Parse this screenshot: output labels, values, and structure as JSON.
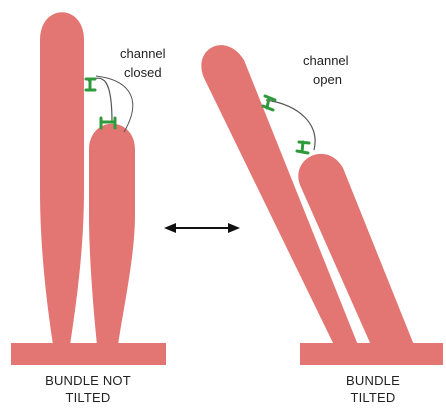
{
  "colors": {
    "stereocilium": "#e37572",
    "base": "#e37572",
    "tip_link": "#555555",
    "channel": "#2e9a3c",
    "arrow": "#111111"
  },
  "left_panel": {
    "annotation_line1": "channel",
    "annotation_line2": "closed",
    "caption_line1": "BUNDLE NOT",
    "caption_line2": "TILTED"
  },
  "right_panel": {
    "annotation_line1": "channel",
    "annotation_line2": "open",
    "caption_line1": "BUNDLE",
    "caption_line2": "TILTED"
  },
  "icons": {
    "transition": "double-arrow-icon",
    "channel": "channel-icon"
  }
}
